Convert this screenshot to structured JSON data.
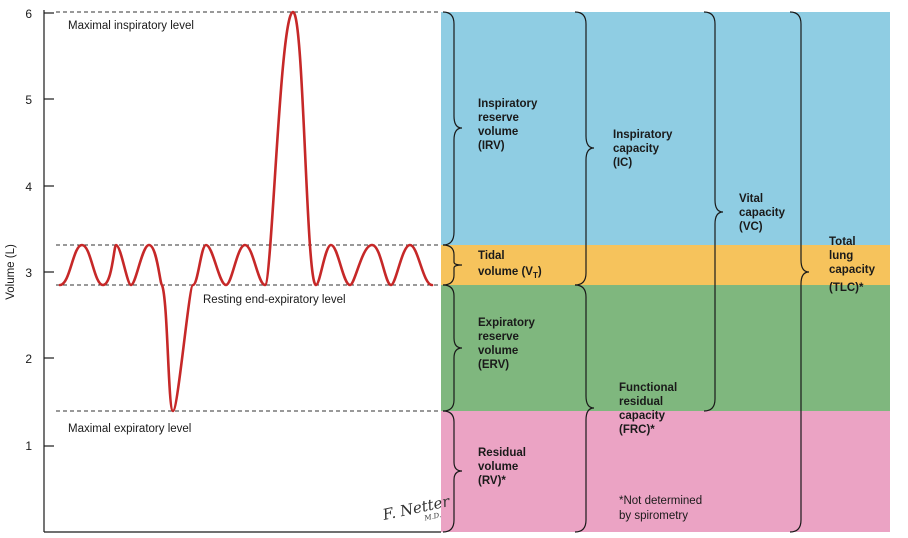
{
  "axis": {
    "ylabel": "Volume (L)",
    "ticks": [
      "1",
      "2",
      "3",
      "4",
      "5",
      "6"
    ],
    "tick_values": [
      1,
      2,
      3,
      4,
      5,
      6
    ],
    "ylim": [
      0,
      6
    ]
  },
  "levels": {
    "maximal_inspiratory": "Maximal inspiratory level",
    "resting_end_expiratory": "Resting end-expiratory level",
    "maximal_expiratory": "Maximal expiratory level"
  },
  "volumes": {
    "irv": [
      "Inspiratory",
      "reserve",
      "volume",
      "(IRV)"
    ],
    "tv": {
      "line1": "Tidal",
      "line2_prefix": "volume (V",
      "subscript": "T",
      "line2_suffix": ")"
    },
    "erv": [
      "Expiratory",
      "reserve",
      "volume",
      "(ERV)"
    ],
    "rv": [
      "Residual",
      "volume",
      "(RV)*"
    ]
  },
  "capacities": {
    "ic": [
      "Inspiratory",
      "capacity",
      "(IC)"
    ],
    "frc": [
      "Functional",
      "residual",
      "capacity",
      "(FRC)*"
    ],
    "vc": [
      "Vital",
      "capacity",
      "(VC)"
    ],
    "tlc": [
      "Total",
      "lung",
      "capacity",
      "(TLC)*"
    ]
  },
  "footnote": [
    "*Not determined",
    "by spirometry"
  ],
  "signature": {
    "main": "F. Netter",
    "suffix": "M.D."
  },
  "colors": {
    "irv": "#8fcde3",
    "tv": "#f6c35c",
    "erv": "#7fb77e",
    "rv": "#eba3c4",
    "trace": "#c62828",
    "axis": "#1a1a1a"
  }
}
